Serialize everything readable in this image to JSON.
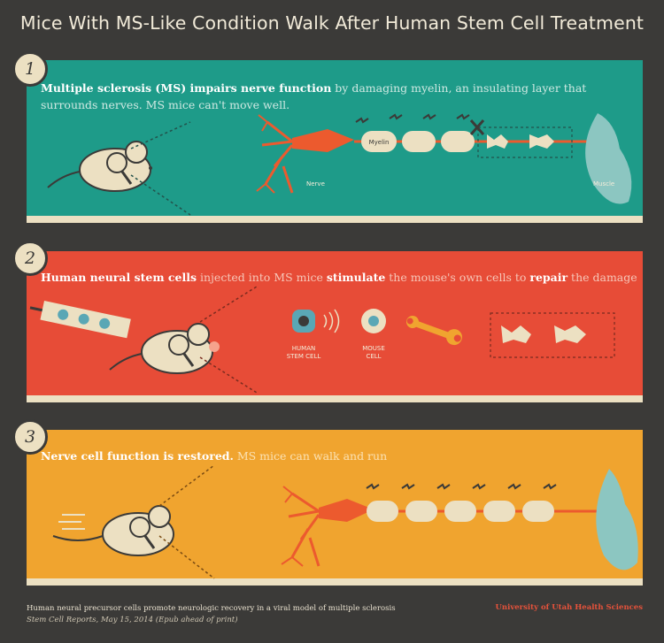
{
  "title": "Mice With MS-Like Condition Walk After Human Stem Cell Treatment",
  "panels": [
    {
      "number": "1",
      "caption_bold": "Multiple sclerosis (MS) impairs nerve function",
      "caption_rest": " by damaging myelin, an insulating layer that surrounds nerves. MS mice can't move well.",
      "labels": {
        "myelin": "Myelin",
        "nerve": "Nerve",
        "muscle": "Muscle"
      },
      "color": "#1e9b89"
    },
    {
      "number": "2",
      "caption_parts": [
        {
          "bold": "Human neural stem cells"
        },
        {
          "text": " injected into MS mice "
        },
        {
          "bold": "stimulate"
        },
        {
          "text": " the mouse's own cells to "
        },
        {
          "bold": "repair"
        },
        {
          "text": " the damage"
        }
      ],
      "labels": {
        "human_line1": "HUMAN",
        "human_line2": "STEM CELL",
        "mouse_line1": "MOUSE",
        "mouse_line2": "CELL"
      },
      "color": "#e74c37"
    },
    {
      "number": "3",
      "caption_bold": "Nerve cell function is restored.",
      "caption_rest": " MS mice can walk and run",
      "color": "#f0a42f"
    }
  ],
  "footer": {
    "citation": "Human neural precursor cells promote neurologic recovery in a viral model of multiple sclerosis",
    "journal": "Stem Cell Reports, May 15, 2014 (Epub ahead of print)",
    "credit": "University of Utah Health Sciences"
  }
}
